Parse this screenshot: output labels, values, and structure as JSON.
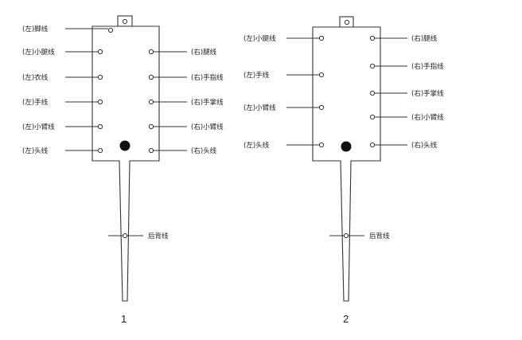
{
  "diagrams": [
    {
      "number": "1",
      "left_labels": [
        "(左)脚线",
        "(左)小腿线",
        "(左)衣线",
        "(左)手线",
        "(左)小臂线",
        "(左)头线"
      ],
      "right_labels": [
        "(右)腿线",
        "(右)手指线",
        "(右)手掌线",
        "(右)小臂线",
        "(右)头线"
      ],
      "back_label": "后背线"
    },
    {
      "number": "2",
      "left_labels": [
        "(左)小腿线",
        "(左)手线",
        "(左)小臂线",
        "(左)头线"
      ],
      "right_labels": [
        "(右)腿线",
        "(右)手指线",
        "(右)手掌线",
        "(右)小臂线",
        "(右)头线"
      ],
      "back_label": "后背线"
    }
  ]
}
